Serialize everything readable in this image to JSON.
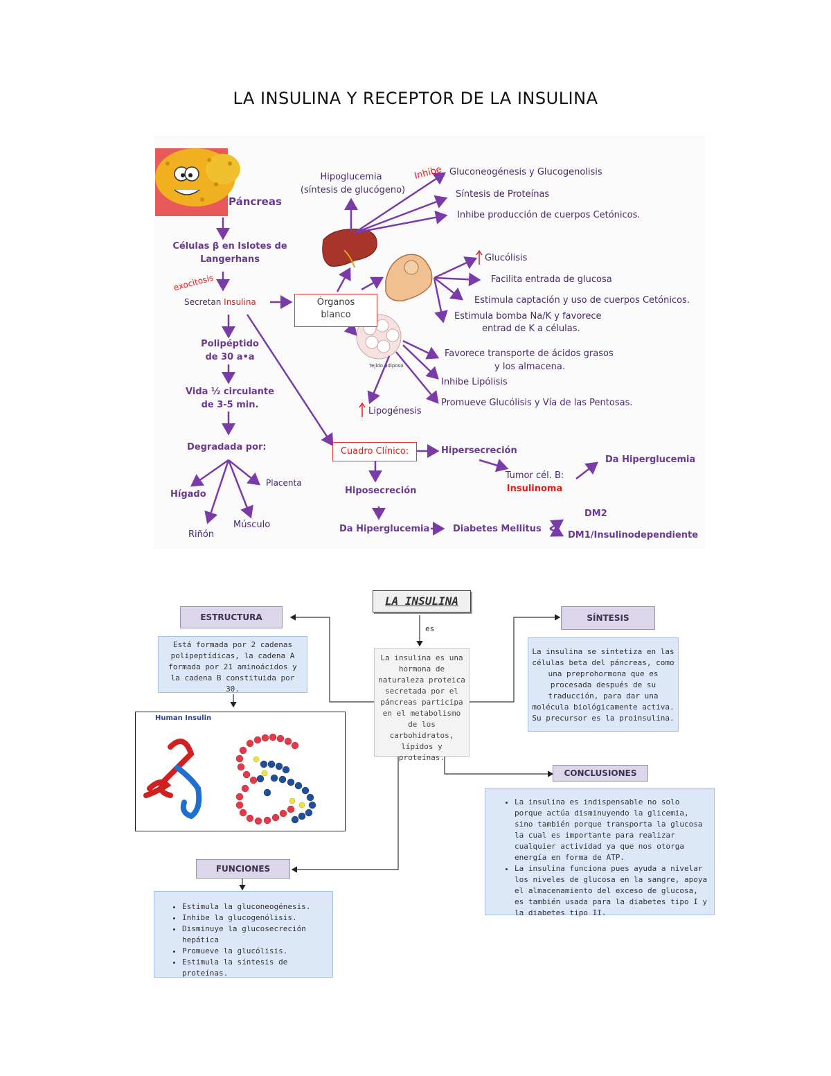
{
  "title": "LA INSULINA Y RECEPTOR DE LA INSULINA",
  "map1": {
    "pancreas": "Páncreas",
    "celulas_1": "Células β en Islotes de",
    "celulas_2": "Langerhans",
    "exocitosis": "exocitosis",
    "secretan_prefix": "Secretan",
    "secretan_word": "Insulina",
    "polipeptido_1": "Polipéptido",
    "polipeptido_2": "de 30 a•a",
    "vida_1": "Vida ½ circulante",
    "vida_2": "de 3-5 min.",
    "degradada": "Degradada por:",
    "higado": "Hígado",
    "rinon": "Riñón",
    "musculo": "Músculo",
    "placenta": "Placenta",
    "organos_1": "Órganos",
    "organos_2": "blanco",
    "hipoglucemia_1": "Hipoglucemia",
    "hipoglucemia_2": "(síntesis de glucógeno)",
    "inhibe": "Inhibe",
    "liver_1": "Gluconeogénesis y Glucogenolisis",
    "liver_2": "Síntesis de Proteínas",
    "liver_3": "Inhibe producción de cuerpos Cetónicos.",
    "musc_1": "Glucólisis",
    "musc_2": "Facilita entrada de glucosa",
    "musc_3": "Estimula captación y uso de cuerpos Cetónicos.",
    "musc_4a": "Estimula bomba Na/K y favorece",
    "musc_4b": "entrad de K a células.",
    "tejido": "Tejido adiposo",
    "adip_1a": "Favorece transporte de ácidos grasos",
    "adip_1b": "y los almacena.",
    "adip_2": "Inhibe Lipólisis",
    "adip_3": "Promueve Glucólisis y Vía de las Pentosas.",
    "lipogenesis": "Lipogénesis",
    "cuadro": "Cuadro Clínico:",
    "hipersecrecion": "Hipersecreción",
    "tumor_1": "Tumor cél. B:",
    "tumor_2": "Insulinoma",
    "da_hiper_1": "Da Hiperglucemia",
    "hiposecrecion": "Hiposecreción",
    "da_hiper_2": "Da Hiperglucemia",
    "diabetes": "Diabetes Mellitus",
    "dm2": "DM2",
    "dm1": "DM1/Insulinodependiente",
    "up_arrow": "↑"
  },
  "map2": {
    "center_title": "LA INSULINA",
    "es": "es",
    "center_text": "La insulina es una hormona de naturaleza proteica secretada por el páncreas participa en el metabolismo de los carbohidratos, lípidos y proteínas.",
    "estructura": "ESTRUCTURA",
    "estructura_text": "Está formada por 2 cadenas polipeptídicas, la cadena A formada por 21 aminoácidos y la cadena B constituida por 30.",
    "human_insulin": "Human Insulin",
    "sintesis": "SÍNTESIS",
    "sintesis_text_1": "La insulina se sintetiza en las células beta del páncreas, como una preprohormona que es procesada después de su traducción, para dar una molécula biológicamente activa.",
    "sintesis_text_2": "Su precursor es la proinsulina.",
    "conclusiones": "CONCLUSIONES",
    "conclusiones_items": [
      "La insulina es indispensable no solo porque actúa disminuyendo la glicemia, sino también porque transporta la glucosa la cual es importante para realizar cualquier actividad ya que nos otorga energía en forma de ATP.",
      "La insulina funciona pues ayuda a nivelar los niveles de glucosa en la sangre, apoya el almacenamiento del exceso de glucosa, es también usada para la diabetes tipo I y la diabetes tipo II."
    ],
    "funciones": "FUNCIONES",
    "funciones_items": [
      "Estimula la gluconeogénesis.",
      "Inhibe la glucogenólisis.",
      "Disminuye la glucosecreción hepática",
      "Promueve la glucólisis.",
      "Estimula la síntesis de proteínas."
    ]
  }
}
